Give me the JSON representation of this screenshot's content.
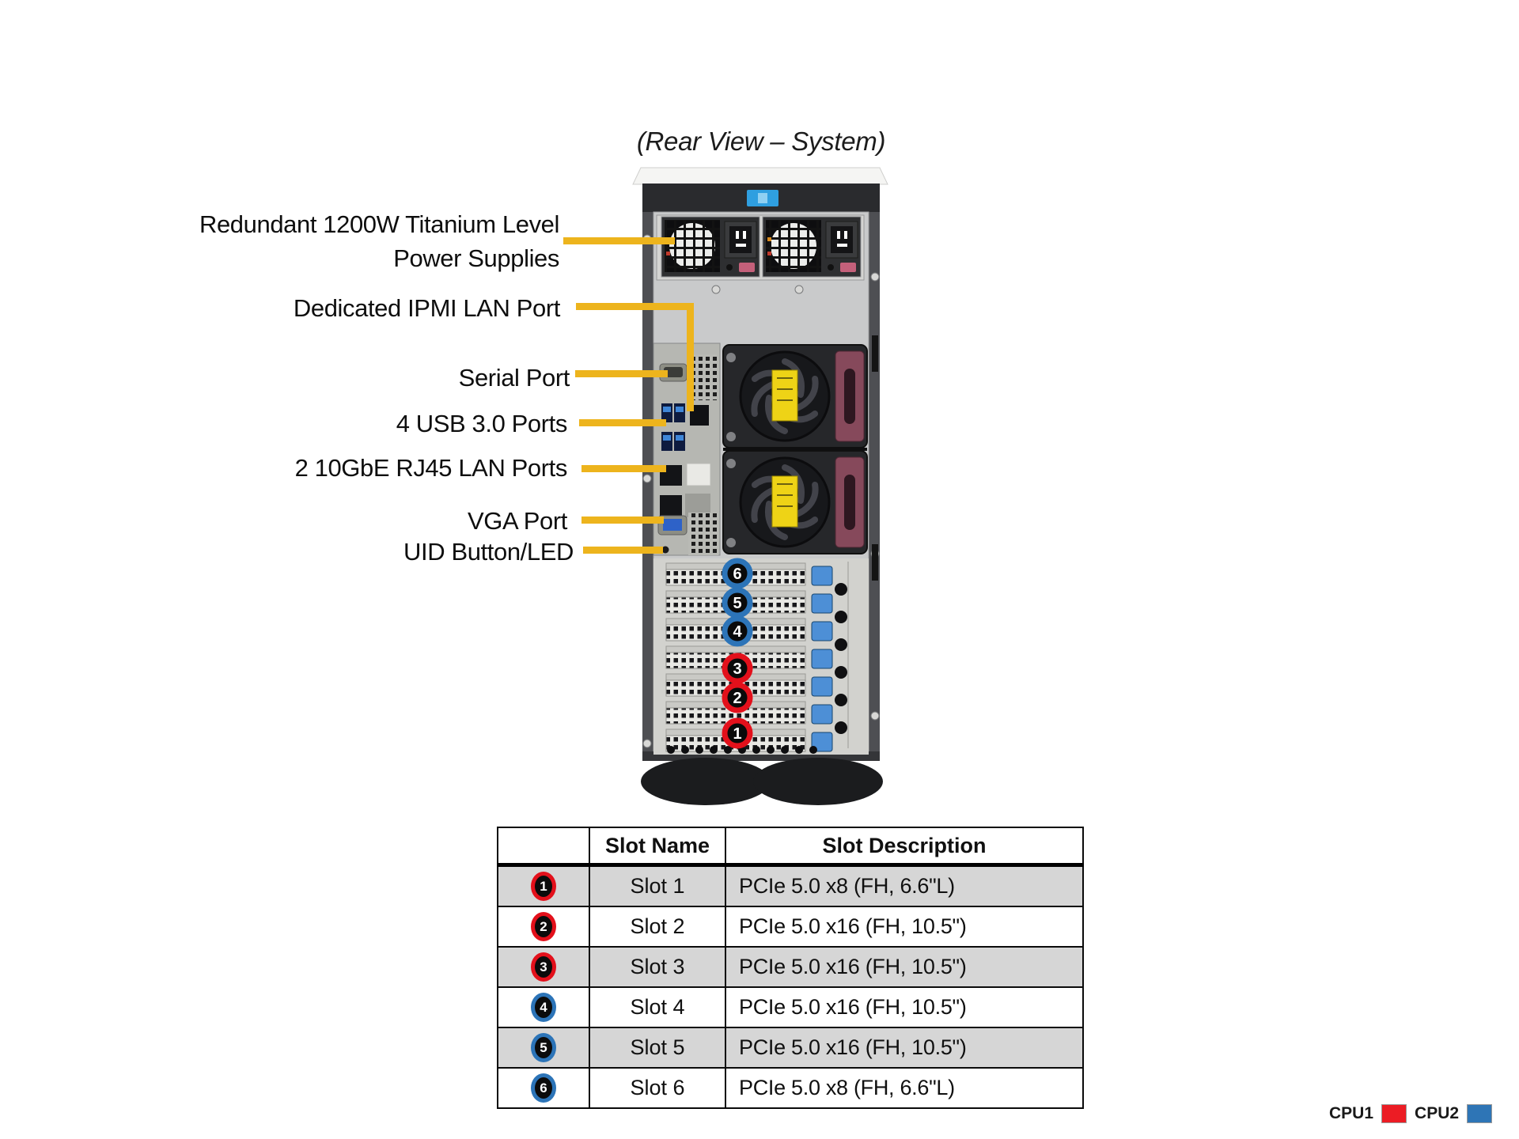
{
  "title": "(Rear View – System)",
  "callouts": {
    "psu": {
      "label": "Redundant 1200W Titanium Level\nPower Supplies"
    },
    "ipmi": {
      "label": "Dedicated IPMI LAN Port"
    },
    "serial": {
      "label": "Serial Port"
    },
    "usb": {
      "label": "4 USB 3.0 Ports"
    },
    "lan": {
      "label": "2 10GbE RJ45 LAN Ports"
    },
    "vga": {
      "label": "VGA Port"
    },
    "uid": {
      "label": "UID Button/LED"
    }
  },
  "server": {
    "slot_badges": [
      {
        "number": "6",
        "ring_color": "#2C74B8"
      },
      {
        "number": "5",
        "ring_color": "#2C74B8"
      },
      {
        "number": "4",
        "ring_color": "#2C74B8"
      },
      {
        "number": "3",
        "ring_color": "#E3101B"
      },
      {
        "number": "2",
        "ring_color": "#E3101B"
      },
      {
        "number": "1",
        "ring_color": "#E3101B"
      }
    ]
  },
  "table": {
    "headers": {
      "slot_name": "Slot Name",
      "slot_description": "Slot Description"
    },
    "rows": [
      {
        "num": "1",
        "name": "Slot 1",
        "desc": "PCIe 5.0 x8 (FH, 6.6\"L)",
        "badge_color": "#E3101B"
      },
      {
        "num": "2",
        "name": "Slot 2",
        "desc": "PCIe 5.0 x16 (FH, 10.5\")",
        "badge_color": "#E3101B"
      },
      {
        "num": "3",
        "name": "Slot 3",
        "desc": "PCIe 5.0 x16 (FH, 10.5\")",
        "badge_color": "#E3101B"
      },
      {
        "num": "4",
        "name": "Slot 4",
        "desc": "PCIe 5.0 x16 (FH, 10.5\")",
        "badge_color": "#2C74B8"
      },
      {
        "num": "5",
        "name": "Slot 5",
        "desc": "PCIe 5.0 x16 (FH, 10.5\")",
        "badge_color": "#2C74B8"
      },
      {
        "num": "6",
        "name": "Slot 6",
        "desc": "PCIe 5.0 x8 (FH, 6.6\"L)",
        "badge_color": "#2C74B8"
      }
    ]
  },
  "legend": {
    "cpu1_label": "CPU1",
    "cpu1_color": "#EC1C24",
    "cpu2_label": "CPU2",
    "cpu2_color": "#2E75B6"
  },
  "colors": {
    "callout_line": "#EDB41D",
    "table_row_shade": "#D6D6D6"
  }
}
